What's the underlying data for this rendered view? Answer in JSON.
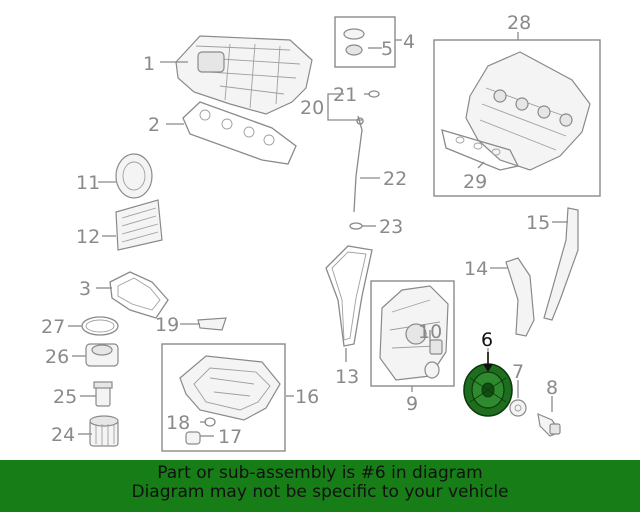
{
  "callouts": [
    "1",
    "2",
    "3",
    "4",
    "5",
    "6",
    "7",
    "8",
    "9",
    "10",
    "11",
    "12",
    "13",
    "14",
    "15",
    "16",
    "17",
    "18",
    "19",
    "20",
    "21",
    "22",
    "23",
    "24",
    "25",
    "26",
    "27",
    "28",
    "29"
  ],
  "highlight_part": "6",
  "colors": {
    "banner": "#177d17",
    "highlight": "#1f6e1f",
    "line": "#8a8a8a"
  },
  "banner": {
    "line1": "Part or sub-assembly is #6 in diagram",
    "line2": "Diagram may not be specific to your vehicle"
  }
}
